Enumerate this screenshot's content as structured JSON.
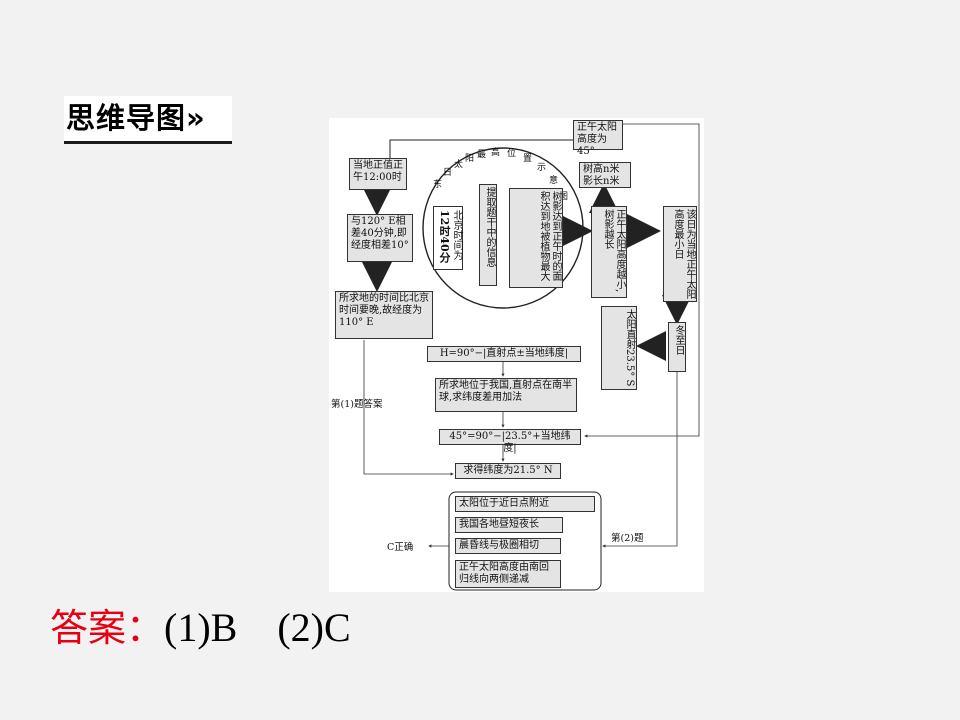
{
  "heading": "思维导图»",
  "answer": {
    "label": "答案：",
    "value": "(1)B　(2)C"
  },
  "diagram": {
    "local_noon": "当地正值正午12:00时",
    "time_diff": "与120° E相差40分钟,即经度相差10°",
    "longitude_conclusion": "所求地的时间比北京时间要晚,故经度为110° E",
    "arc_label": [
      "东",
      "日",
      "太",
      "阳",
      "最",
      "高",
      "位",
      "置",
      "示",
      "意",
      "图"
    ],
    "beijing_time_prefix": "北京时间为",
    "beijing_time_value": "12时40分",
    "extract_info": "提取题干中的信息",
    "shadow_info": "树影达到正午时的面积达到地被植物最大",
    "noon_45": "正午太阳高度为45°",
    "tree_height": "树高n米影长n米",
    "shadow_small": "正午太阳高度越小,树影越长",
    "max_height": "该日为当地正午太阳高度最小日",
    "winter_solstice": "冬至日",
    "direct_sun": "太阳直射23.5° S",
    "formula_1": "H=90°−|直射点±当地纬度|",
    "southern": "所求地位于我国,直射点在南半球,求纬度差用加法",
    "formula_2": "45°=90°−|23.5°+当地纬度|",
    "result": "求得纬度为21.5° N",
    "q1_label": "第(1)题答案",
    "q2_label": "第(2)题",
    "c_correct": "C正确",
    "options": [
      "太阳位于近日点附近",
      "我国各地昼短夜长",
      "晨昏线与极圈相切",
      "正午太阳高度由南回归线向两侧递减"
    ]
  }
}
